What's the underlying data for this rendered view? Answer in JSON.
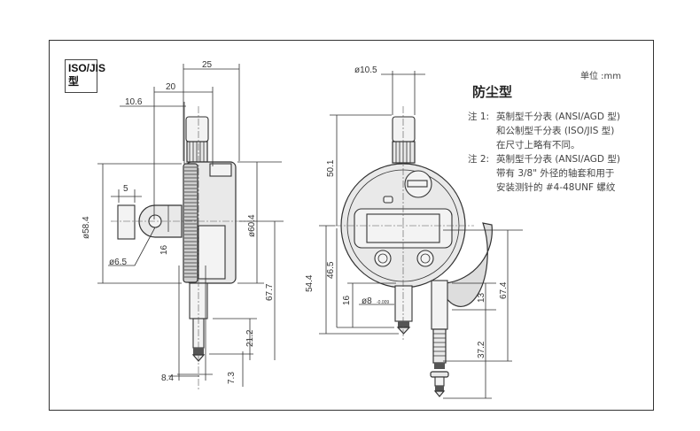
{
  "type_box": {
    "line1": "ISO/JIS",
    "line2": "型"
  },
  "unit": "单位 :mm",
  "title": "防尘型",
  "notes": [
    {
      "label": "注 1:",
      "lines": [
        "英制型千分表 (ANSI/AGD 型)",
        "和公制型千分表 (ISO/JIS 型)",
        "在尺寸上略有不同。"
      ]
    },
    {
      "label": "注 2:",
      "lines": [
        "英制型千分表 (ANSI/AGD 型)",
        "带有 3/8\" 外径的轴套和用于",
        "安装测针的 #4-48UNF 螺纹"
      ]
    }
  ],
  "side_view_dims": {
    "d25": "25",
    "d20": "20",
    "d10_6": "10.6",
    "d5": "5",
    "d58_4": "ø58.4",
    "d6_5": "ø6.5",
    "d16": "16",
    "d60_4": "ø60.4",
    "d67_7": "67.7",
    "d21_2": "21.2",
    "d8_4": "8.4",
    "d7_3": "7.3"
  },
  "front_view_dims": {
    "d10_5": "ø10.5",
    "d50_1": "50.1",
    "d54_4": "54.4",
    "d46_5": "46.5",
    "d16": "16",
    "d8": "ø8",
    "tol": "-0.009",
    "d13": "13",
    "d67_4": "67.4",
    "d37_2": "37.2"
  }
}
